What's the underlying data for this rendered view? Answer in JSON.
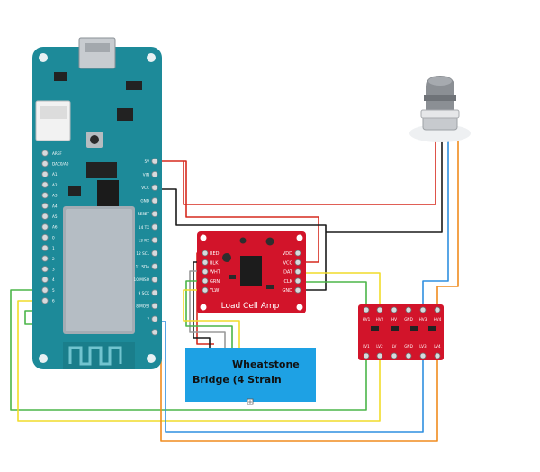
{
  "arduino": {
    "left_pins": [
      "AREF",
      "DAC0/A0",
      "A1",
      "A2",
      "A3",
      "A4",
      "A5",
      "A6",
      "0",
      "1",
      "2",
      "3",
      "4",
      "5",
      "6"
    ],
    "right_pins": [
      "5V",
      "VIN",
      "VCC",
      "GND",
      "RESET",
      "14 TX",
      "13 RX",
      "12 SCL",
      "11 SDA",
      "10 MISO",
      "9 SCK",
      "8 MOSI",
      "7",
      ""
    ]
  },
  "amp": {
    "left_pins": [
      "RED",
      "BLK",
      "WHT",
      "GRN",
      "YLW"
    ],
    "right_pins": [
      "VDD",
      "VCC",
      "DAT",
      "CLK",
      "GND"
    ],
    "label": "Load Cell Amp"
  },
  "bridge": {
    "line1": "Wheatstone",
    "line2": "Bridge (4 Strain"
  },
  "shifter": {
    "top_pins": [
      "HV1",
      "HV2",
      "HV",
      "GND",
      "HV3",
      "HV4"
    ],
    "bottom_pins": [
      "LV1",
      "LV2",
      "LV",
      "GND",
      "LV3",
      "LV4"
    ]
  },
  "colors": {
    "board": "#1d8a99",
    "breakout": "#d2142a",
    "bridge_box": "#1ea1e4",
    "wire_red": "#d62a1e",
    "wire_black": "#1a1a1a",
    "wire_yellow": "#f1dc2a",
    "wire_green": "#4bb649",
    "wire_orange": "#f08c1e",
    "wire_blue": "#2f8fe0"
  },
  "icons": [
    "usb-connector-icon",
    "reset-button-icon",
    "gas-sensor-icon",
    "antenna-icon"
  ]
}
